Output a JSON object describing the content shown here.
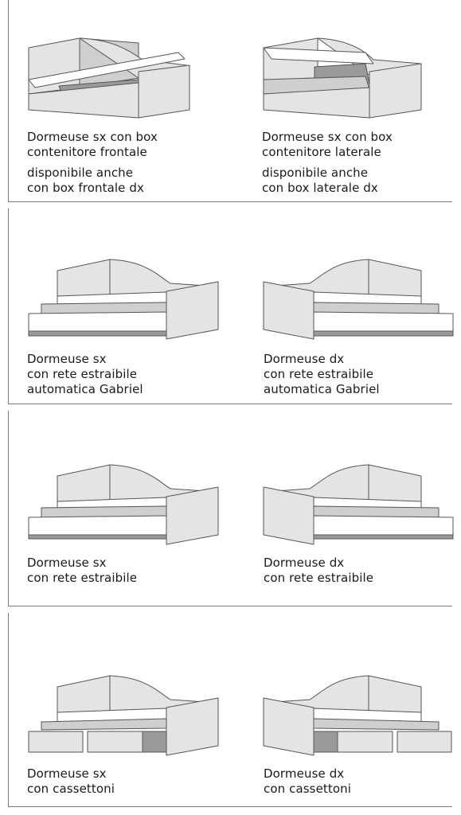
{
  "sections": [
    {
      "items": [
        {
          "lines": [
            "Dormeuse sx con box",
            "contenitore frontale"
          ],
          "extra": [
            "disponibile anche",
            "con box frontale dx"
          ]
        },
        {
          "lines": [
            "Dormeuse sx con box",
            "contenitore laterale"
          ],
          "extra": [
            "disponibile anche",
            "con box laterale dx"
          ]
        }
      ]
    },
    {
      "items": [
        {
          "lines": [
            "Dormeuse sx",
            "con rete estraibile",
            "automatica Gabriel"
          ]
        },
        {
          "lines": [
            "Dormeuse dx",
            "con rete estraibile",
            "automatica Gabriel"
          ]
        }
      ]
    },
    {
      "items": [
        {
          "lines": [
            "Dormeuse sx",
            "con rete estraibile"
          ]
        },
        {
          "lines": [
            "Dormeuse dx",
            "con rete estraibile"
          ]
        }
      ]
    },
    {
      "items": [
        {
          "lines": [
            "Dormeuse sx",
            "con cassettoni"
          ]
        },
        {
          "lines": [
            "Dormeuse dx",
            "con cassettoni"
          ]
        }
      ]
    }
  ]
}
